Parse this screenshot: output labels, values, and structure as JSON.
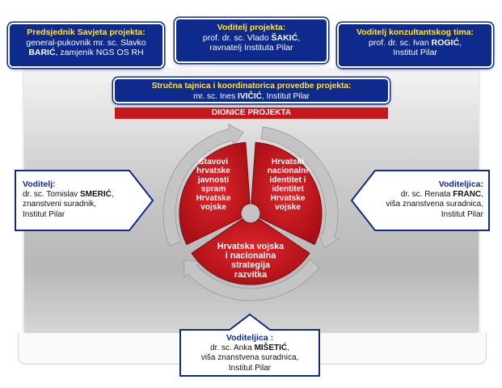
{
  "top_left": {
    "title": "Predsjednik Savjeta projekta:",
    "line1": "general-pukovnik mr. sc. Slavko",
    "line2_bold": "BARIĆ",
    "line2_rest": ", zamjenik NGS OS RH"
  },
  "top_middle": {
    "title": "Voditelj projekta:",
    "line1_pre": "prof. dr. sc. Vlado ",
    "line1_bold": "ŠAKIĆ",
    "line1_post": ",",
    "line2": "ravnatelj Instituta Pilar"
  },
  "top_right": {
    "title": "Voditelj konzultantskog tima:",
    "line1_pre": "prof. dr. sc. Ivan ",
    "line1_bold": "ROGIĆ",
    "line1_post": ",",
    "line2": "Institut Pilar"
  },
  "secretary": {
    "title": "Stručna tajnica i koordinatorica provedbe projekta:",
    "line1_pre": "mr. sc. Ines ",
    "line1_bold": "IVIČIĆ",
    "line1_post": ", Institut Pilar"
  },
  "banner": {
    "label": "DIONICE PROJEKTA"
  },
  "left_leader": {
    "title": "Voditelj:",
    "line1_pre": "dr. sc. Tomislav ",
    "line1_bold": "SMERIĆ",
    "line1_post": ",",
    "line2": "znanstveni suradnik,",
    "line3": "Institut Pilar"
  },
  "right_leader": {
    "title": "Voditeljica:",
    "line1_pre": "dr. sc. Renata ",
    "line1_bold": "FRANC",
    "line1_post": ",",
    "line2": "viša znanstvena suradnica,",
    "line3": "Institut Pilar"
  },
  "bottom_leader": {
    "title": "Voditeljica :",
    "line1_pre": "dr. sc. Anka ",
    "line1_bold": "MIŠETIĆ",
    "line1_post": ",",
    "line2": "viša znanstvena suradnica,",
    "line3": "Institut Pilar"
  },
  "segments": {
    "left": [
      "Stavovi",
      "hrvatske",
      "javnosti",
      "spram",
      "Hrvatske",
      "vojske"
    ],
    "right": [
      "Hrvatski",
      "nacionalni",
      "identitet i",
      "identitet",
      "Hrvatske",
      "vojske"
    ],
    "bottom": [
      "Hrvatska vojska",
      "i nacionalna",
      "strategija",
      "razvitka"
    ]
  },
  "colors": {
    "navy": "#0e2a8c",
    "title_yellow": "#ffe14a",
    "segment_red": "#c8161d",
    "arrow_grey": "#c4c4c4"
  }
}
